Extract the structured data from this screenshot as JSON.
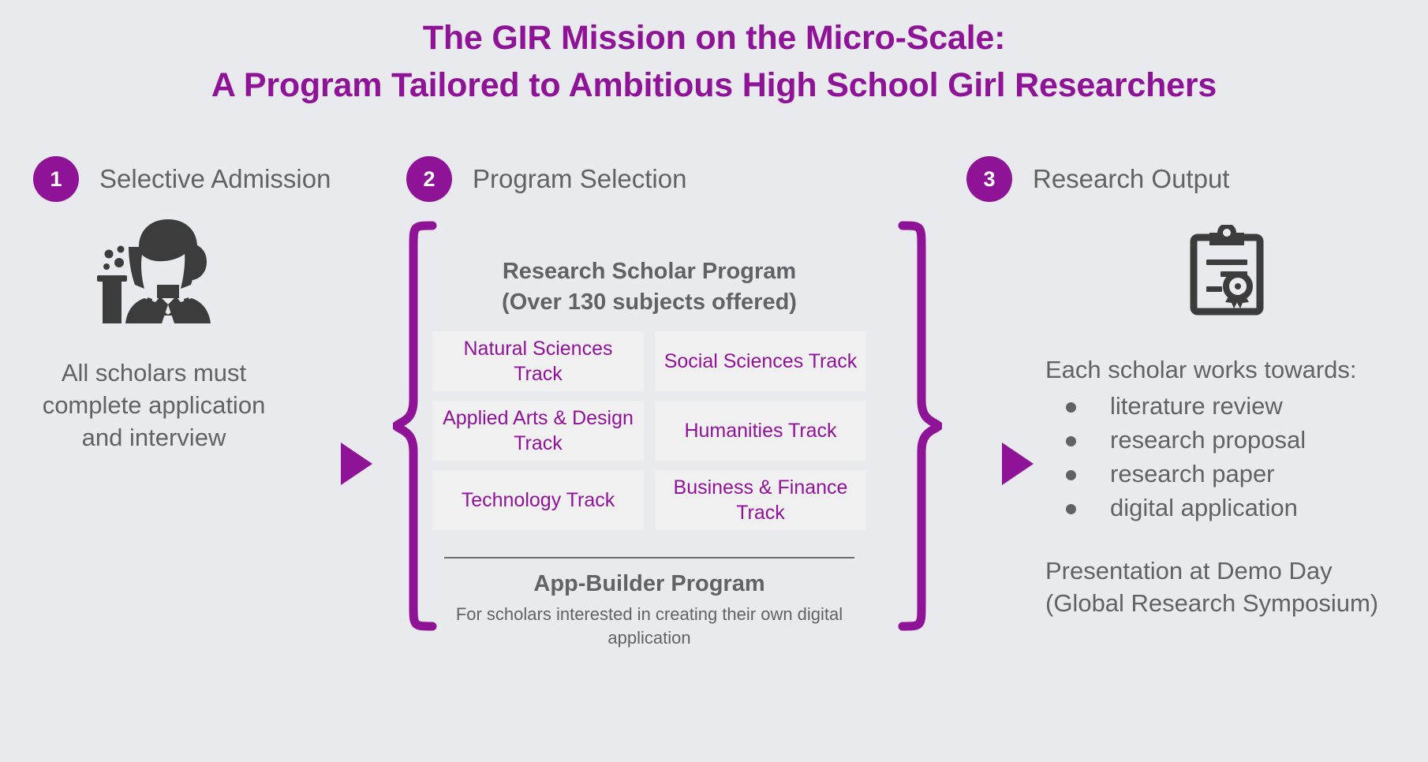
{
  "title": {
    "line1": "The GIR Mission on the Micro-Scale:",
    "line2": "A Program Tailored to Ambitious High School Girl Researchers",
    "color": "#8e1397"
  },
  "theme": {
    "background": "#e8eaed",
    "accent_purple": "#8e1397",
    "text_gray": "#5f6368",
    "card_gray": "#f1f0f0",
    "icon_dark": "#3c3c3c"
  },
  "steps": [
    {
      "number": "1",
      "label": "Selective Admission"
    },
    {
      "number": "2",
      "label": "Program Selection"
    },
    {
      "number": "3",
      "label": "Research Output"
    }
  ],
  "left_column": {
    "icon": "female-scientist-icon",
    "text": "All scholars must complete application and interview"
  },
  "center_column": {
    "heading_line1": "Research Scholar Program",
    "heading_line2": "(Over 130 subjects offered)",
    "tracks": [
      "Natural Sciences Track",
      "Social Sciences Track",
      "Applied Arts & Design Track",
      "Humanities Track",
      "Technology Track",
      "Business & Finance Track"
    ],
    "app_builder_title": "App-Builder Program",
    "app_builder_subtitle": "For scholars interested in creating their own digital application"
  },
  "right_column": {
    "icon": "clipboard-award-icon",
    "lead": "Each scholar works towards:",
    "bullets": [
      "literature review",
      "research proposal",
      "research paper",
      "digital application"
    ],
    "tail": "Presentation at Demo Day (Global Research Symposium)"
  },
  "arrows": {
    "arrow1": "arrow-right-icon",
    "arrow2": "arrow-right-icon"
  }
}
